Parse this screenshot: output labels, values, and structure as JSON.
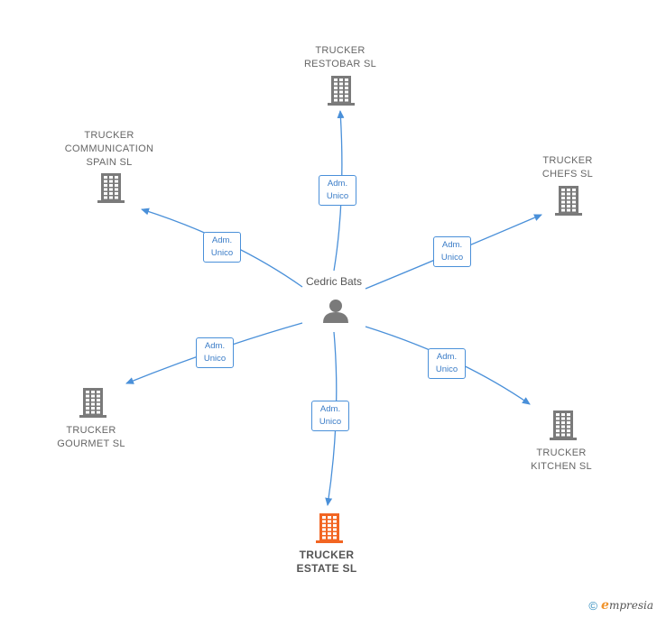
{
  "person": {
    "name": "Cedric Bats"
  },
  "companies": [
    {
      "id": "restobar",
      "name": "TRUCKER\nRESTOBAR  SL",
      "focus": false
    },
    {
      "id": "communication",
      "name": "TRUCKER\nCOMMUNICATION\nSPAIN  SL",
      "focus": false
    },
    {
      "id": "chefs",
      "name": "TRUCKER\nCHEFS  SL",
      "focus": false
    },
    {
      "id": "gourmet",
      "name": "TRUCKER\nGOURMET  SL",
      "focus": false
    },
    {
      "id": "kitchen",
      "name": "TRUCKER\nKITCHEN  SL",
      "focus": false
    },
    {
      "id": "estate",
      "name": "TRUCKER\nESTATE  SL",
      "focus": true
    }
  ],
  "relations": [
    {
      "to": "restobar",
      "role": "Adm.\nUnico"
    },
    {
      "to": "communication",
      "role": "Adm.\nUnico"
    },
    {
      "to": "chefs",
      "role": "Adm.\nUnico"
    },
    {
      "to": "gourmet",
      "role": "Adm.\nUnico"
    },
    {
      "to": "kitchen",
      "role": "Adm.\nUnico"
    },
    {
      "to": "estate",
      "role": "Adm.\nUnico"
    }
  ],
  "colors": {
    "edge": "#4a90d9",
    "building": "#7a7a7a",
    "building_focus": "#f26522",
    "person": "#7a7a7a"
  },
  "footer": {
    "copyright": "©",
    "brand_initial": "e",
    "brand_rest": "mpresia"
  }
}
